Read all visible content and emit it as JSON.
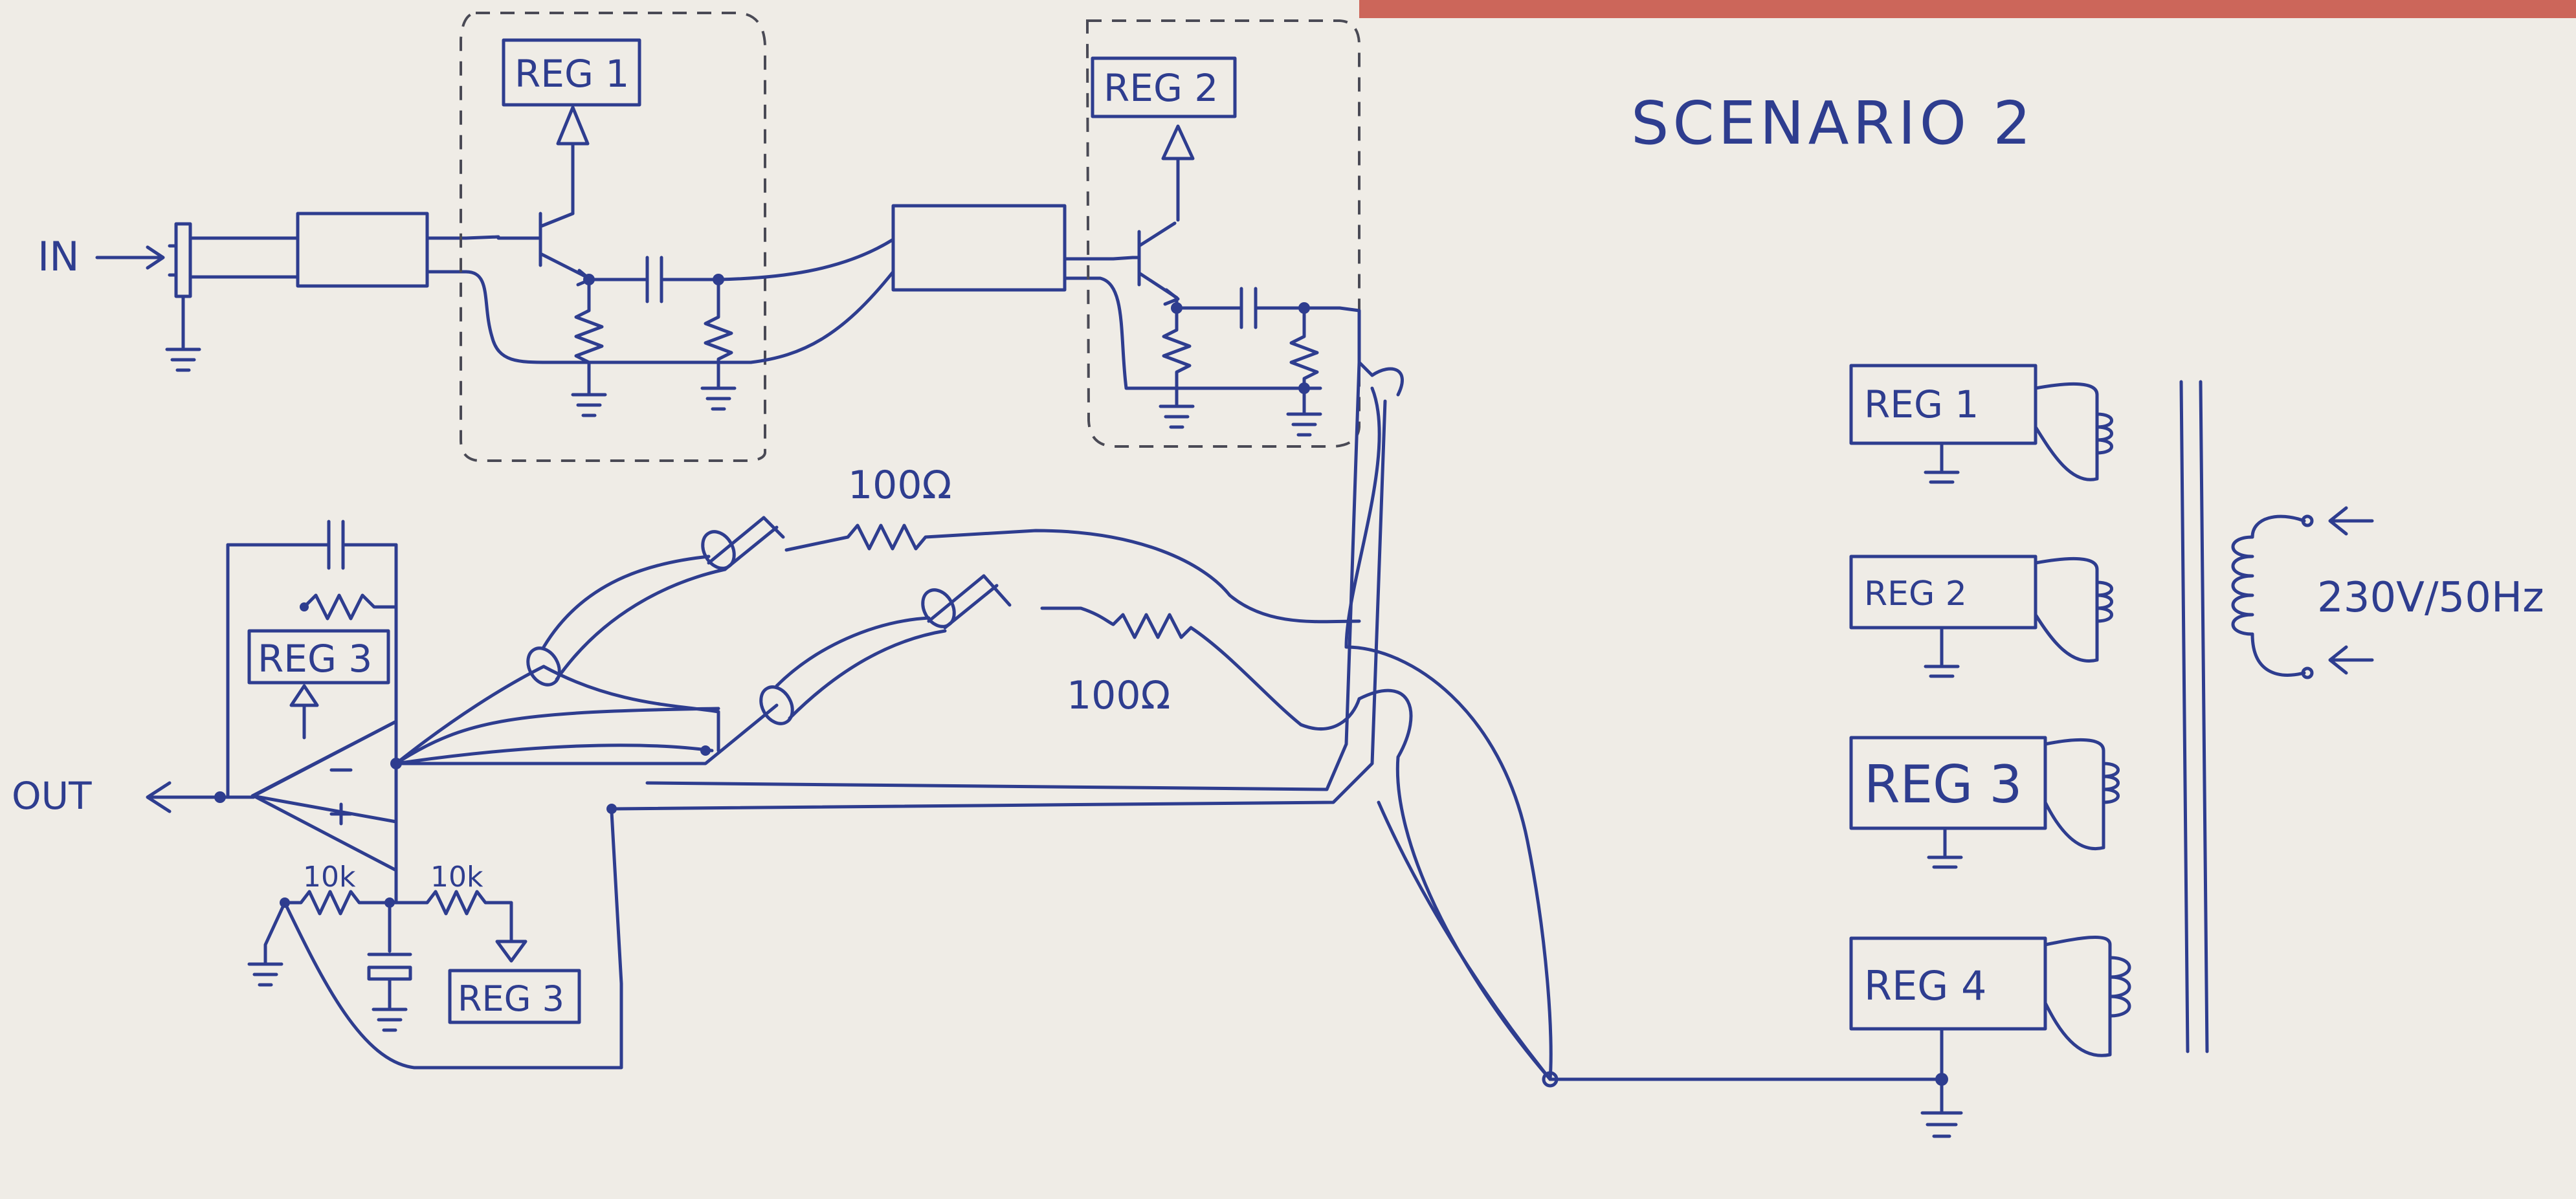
{
  "title": "SCENARIO 2",
  "labels": {
    "input": "IN",
    "output": "OUT",
    "resistor_top": "100Ω",
    "resistor_bottom": "100Ω",
    "r_10k_a": "10k",
    "r_10k_b": "10k",
    "mains": "230V/50Hz"
  },
  "regulators": {
    "reg1_stage": "REG 1",
    "reg2_stage": "REG 2",
    "reg3_feedback": "REG 3",
    "reg3_bias": "REG 3",
    "psu_reg1": "REG 1",
    "psu_reg2": "REG 2",
    "psu_reg3": "REG 3",
    "psu_reg4": "REG 4"
  },
  "colors": {
    "paper": "#efece6",
    "ink": "#2e3d8f",
    "dashed_box": "#4a4a55",
    "table_edge": "#c0392b"
  }
}
